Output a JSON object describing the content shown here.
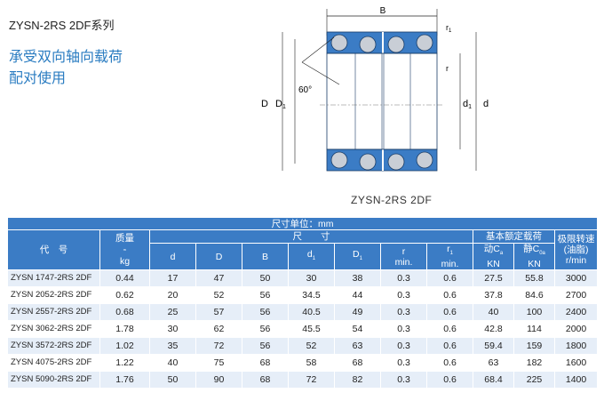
{
  "series_title": "ZYSN-2RS 2DF系列",
  "features": [
    "承受双向轴向载荷",
    "配对使用"
  ],
  "drawing": {
    "caption": "ZYSN-2RS 2DF",
    "labels": {
      "B": "B",
      "r1": "r",
      "r1_sub": "1",
      "r": "r",
      "D": "D",
      "D1": "D",
      "D1_sub": "1",
      "d1": "d",
      "d1_sub": "1",
      "d": "d",
      "angle": "60°"
    }
  },
  "table": {
    "units_header": "尺寸单位：mm",
    "dimensions_header": "尺　　寸",
    "load_header": "基本额定载荷",
    "col_code": "代　号",
    "col_mass": "质量",
    "col_mass_note": "≈",
    "col_mass_unit": "kg",
    "col_d": "d",
    "col_D": "D",
    "col_B": "B",
    "col_d1": "d",
    "col_d1_sub": "1",
    "col_D1": "D",
    "col_D1_sub": "1",
    "col_r": "r",
    "col_r_unit": "min.",
    "col_r1": "r",
    "col_r1_sub": "1",
    "col_r1_unit": "min.",
    "col_Ca": "动C",
    "col_Ca_sub": "a",
    "col_Ca_unit": "KN",
    "col_C0a": "静C",
    "col_C0a_sub": "0a",
    "col_C0a_unit": "KN",
    "col_speed": "极限转速",
    "col_speed_note": "(油脂)",
    "col_speed_unit": "r/min",
    "rows": [
      [
        "ZYSN 1747-2RS 2DF",
        "0.44",
        "17",
        "47",
        "50",
        "30",
        "38",
        "0.3",
        "0.6",
        "27.5",
        "55.8",
        "3000"
      ],
      [
        "ZYSN 2052-2RS 2DF",
        "0.62",
        "20",
        "52",
        "56",
        "34.5",
        "44",
        "0.3",
        "0.6",
        "37.8",
        "84.6",
        "2700"
      ],
      [
        "ZYSN 2557-2RS 2DF",
        "0.68",
        "25",
        "57",
        "56",
        "40.5",
        "49",
        "0.3",
        "0.6",
        "40",
        "100",
        "2400"
      ],
      [
        "ZYSN 3062-2RS 2DF",
        "1.78",
        "30",
        "62",
        "56",
        "45.5",
        "54",
        "0.3",
        "0.6",
        "42.8",
        "114",
        "2000"
      ],
      [
        "ZYSN 3572-2RS 2DF",
        "1.02",
        "35",
        "72",
        "56",
        "52",
        "63",
        "0.3",
        "0.6",
        "59.4",
        "159",
        "1800"
      ],
      [
        "ZYSN 4075-2RS 2DF",
        "1.22",
        "40",
        "75",
        "68",
        "58",
        "68",
        "0.3",
        "0.6",
        "63",
        "182",
        "1600"
      ],
      [
        "ZYSN 5090-2RS 2DF",
        "1.76",
        "50",
        "90",
        "68",
        "72",
        "82",
        "0.3",
        "0.6",
        "68.4",
        "225",
        "1400"
      ]
    ]
  }
}
